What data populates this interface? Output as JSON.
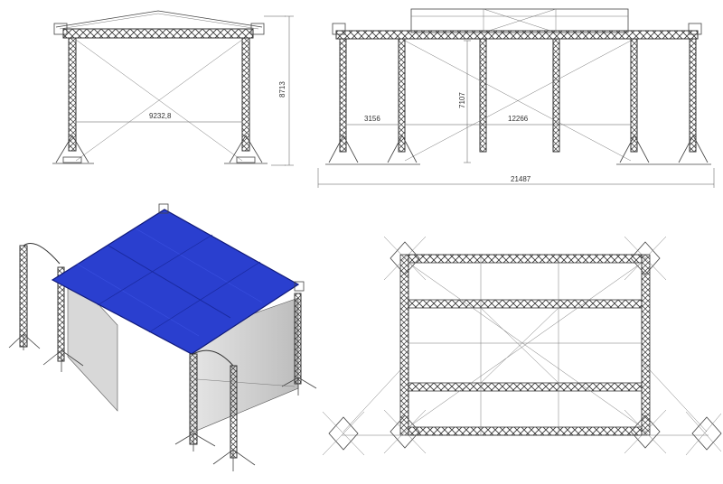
{
  "views": {
    "front": {
      "width_label": "9232,8",
      "height_label": "8713"
    },
    "side": {
      "left_bay_label": "3156",
      "center_span_label": "12266",
      "height_label": "7107",
      "total_width_label": "21487"
    },
    "isometric": {
      "roof_color": "#2a3fcf",
      "screen_color": "#cfcfcf"
    },
    "top": {}
  },
  "colors": {
    "line": "#444444",
    "roof": "#2a3fcf",
    "roof_edge": "#101a7a"
  }
}
